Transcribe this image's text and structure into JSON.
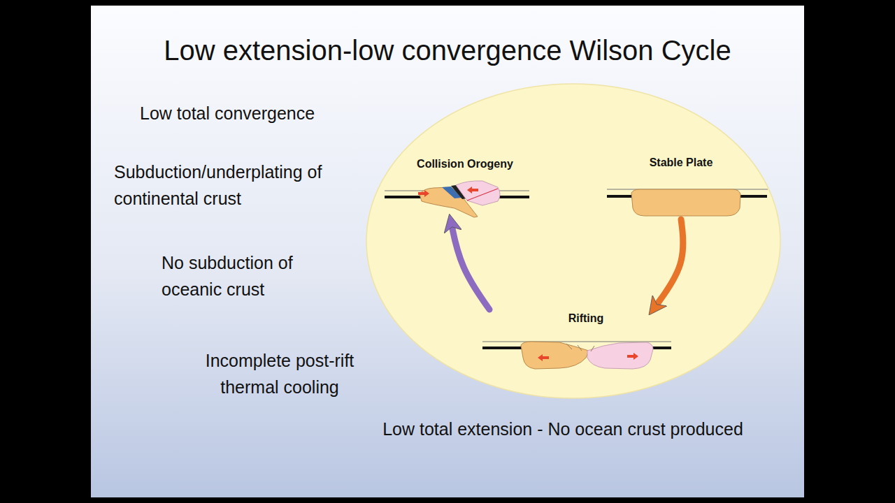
{
  "diagram": {
    "title": "Low extension-low convergence Wilson Cycle",
    "nodes": [
      {
        "text": [
          "Collision Orogeny"
        ]
      },
      {
        "text": [
          "Stable Plate"
        ]
      },
      {
        "text": [
          "Rifting"
        ]
      }
    ],
    "edges": [
      {
        "from": 1,
        "to": 2,
        "arrow": "to"
      },
      {
        "from": 2,
        "to": 0,
        "arrow": "to"
      }
    ],
    "labels": [
      "Low total convergence",
      "Subduction/underplating of continental crust",
      "No subduction of oceanic crust",
      "Incomplete post-rift thermal cooling",
      "Low total extension - No ocean crust produced"
    ]
  }
}
